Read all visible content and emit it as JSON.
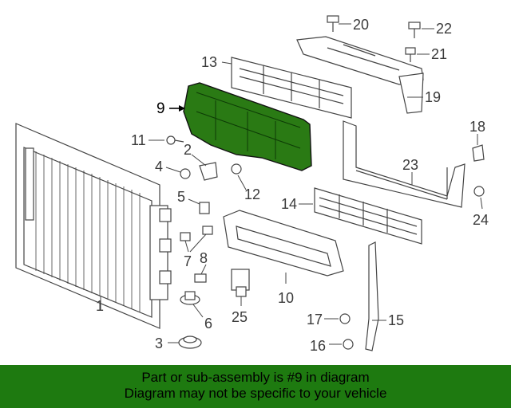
{
  "diagram": {
    "highlight_color": "#2a7a14",
    "callouts": [
      "1",
      "2",
      "3",
      "4",
      "5",
      "6",
      "7",
      "8",
      "9",
      "10",
      "11",
      "12",
      "13",
      "14",
      "15",
      "16",
      "17",
      "18",
      "19",
      "20",
      "21",
      "22",
      "23",
      "24",
      "25"
    ],
    "highlighted_part": "9"
  },
  "banner": {
    "background": "#1e7a10",
    "line1": "Part or sub-assembly is #9 in diagram",
    "line2": "Diagram may not be specific to your vehicle"
  }
}
